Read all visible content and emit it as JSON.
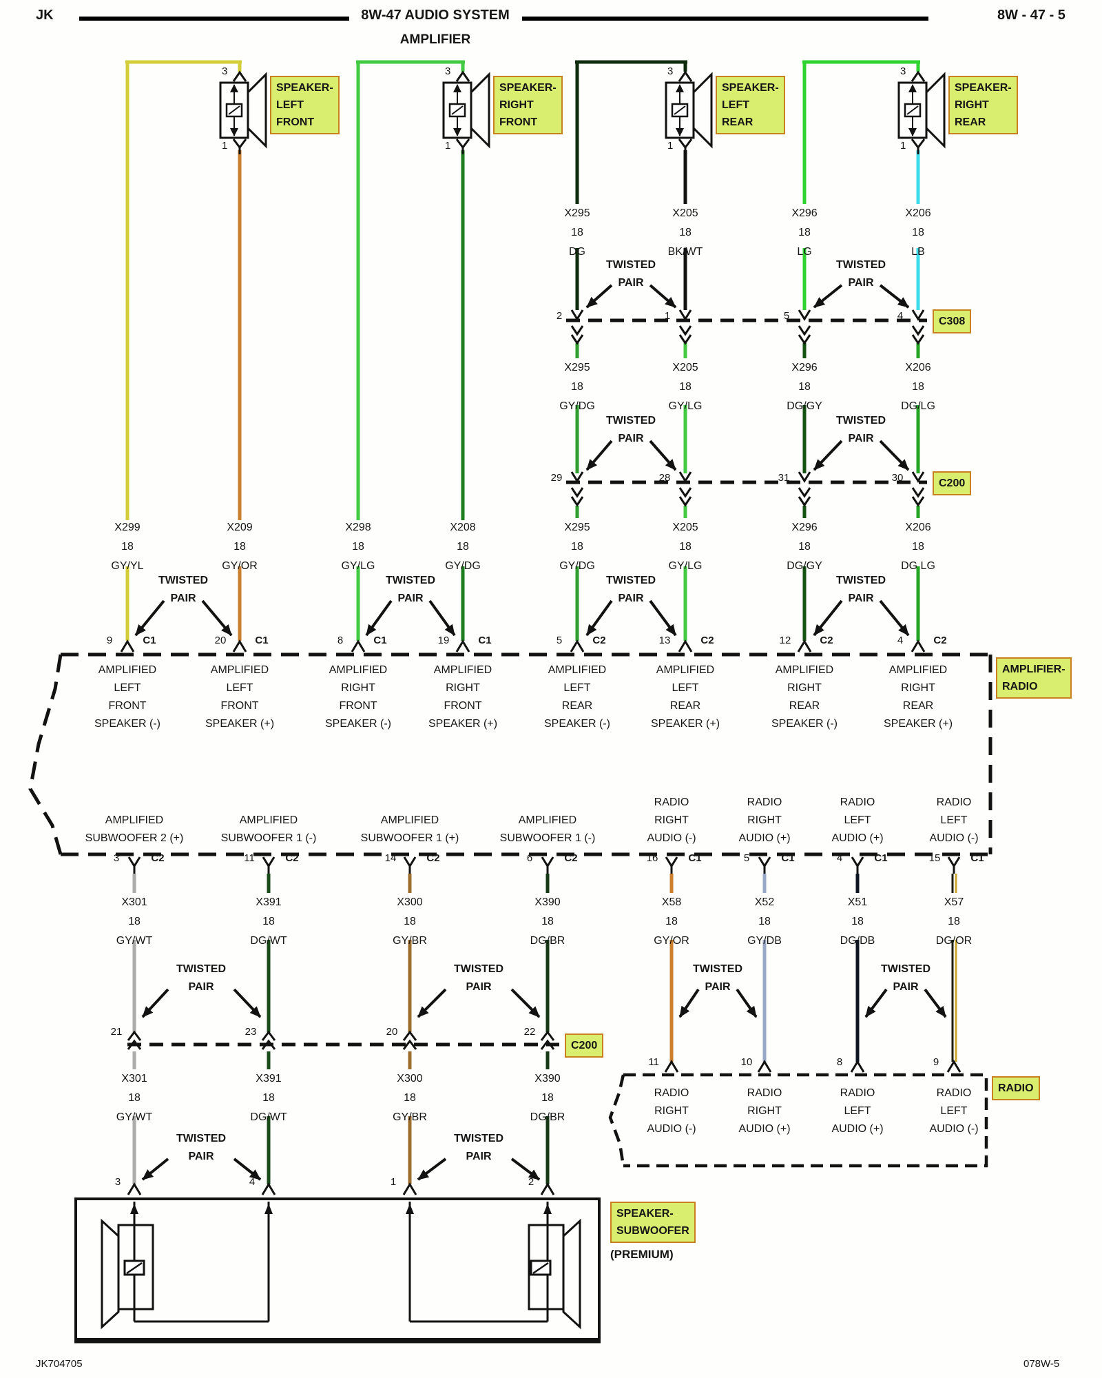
{
  "header": {
    "model": "JK",
    "title": "8W-47 AUDIO SYSTEM",
    "subtitle": "AMPLIFIER",
    "page": "8W - 47 - 5"
  },
  "footer": {
    "left": "JK704705",
    "right": "078W-5"
  },
  "colors": {
    "highlight_bg": "#d9ee6e",
    "highlight_border": "#c8811e",
    "wire": {
      "gy_yl": "#d2cd39",
      "gy_or": "#c97f2d",
      "gy_lg": "#43ca43",
      "gy_dg": "#1e7d1e",
      "dg": "#0e2b0e",
      "gy_dg_mid": "#2f9e2f",
      "bk_wt": "#141414",
      "lg": "#2fd32f",
      "dg_gy": "#135213",
      "lb": "#3cdcea",
      "dg_lg": "#23a523",
      "gy_wt": "#acacac",
      "dg_wt": "#1b4a1b",
      "gy_br": "#9c6f2e",
      "dg_br": "#163a16",
      "gy_db": "#9aa8c8",
      "dg_db": "#0e1624",
      "dg_or_dark": "#1c1c10",
      "dg_or_stripe": "#c9a42e"
    }
  },
  "twisted": {
    "l1": "TWISTED",
    "l2": "PAIR"
  },
  "speaker_pin_top": "3",
  "speaker_pin_bottom": "1",
  "speakers": [
    [
      "SPEAKER-",
      "LEFT",
      "FRONT"
    ],
    [
      "SPEAKER-",
      "RIGHT",
      "FRONT"
    ],
    [
      "SPEAKER-",
      "LEFT",
      "REAR"
    ],
    [
      "SPEAKER-",
      "RIGHT",
      "REAR"
    ]
  ],
  "connectors": {
    "c308": "C308",
    "c200": "C200",
    "c308_pins": [
      "2",
      "1",
      "5",
      "4"
    ],
    "c200_upper_pins": [
      "29",
      "28",
      "31",
      "30"
    ],
    "c200_lower_pins": [
      "21",
      "23",
      "20",
      "22"
    ]
  },
  "tier1": [
    {
      "circuit": "X295",
      "gauge": "18",
      "color": "DG"
    },
    {
      "circuit": "X205",
      "gauge": "18",
      "color": "BK/WT"
    },
    {
      "circuit": "X296",
      "gauge": "18",
      "color": "LG"
    },
    {
      "circuit": "X206",
      "gauge": "18",
      "color": "LB"
    }
  ],
  "tier2": [
    {
      "circuit": "X295",
      "gauge": "18",
      "color": "GY/DG"
    },
    {
      "circuit": "X205",
      "gauge": "18",
      "color": "GY/LG"
    },
    {
      "circuit": "X296",
      "gauge": "18",
      "color": "DG/GY"
    },
    {
      "circuit": "X206",
      "gauge": "18",
      "color": "DG/LG"
    }
  ],
  "tier3": [
    {
      "circuit": "X299",
      "gauge": "18",
      "color": "GY/YL"
    },
    {
      "circuit": "X209",
      "gauge": "18",
      "color": "GY/OR"
    },
    {
      "circuit": "X298",
      "gauge": "18",
      "color": "GY/LG"
    },
    {
      "circuit": "X208",
      "gauge": "18",
      "color": "GY/DG"
    },
    {
      "circuit": "X295",
      "gauge": "18",
      "color": "GY/DG"
    },
    {
      "circuit": "X205",
      "gauge": "18",
      "color": "GY/LG"
    },
    {
      "circuit": "X296",
      "gauge": "18",
      "color": "DG/GY"
    },
    {
      "circuit": "X206",
      "gauge": "18",
      "color": "DG LG"
    }
  ],
  "amplifier": {
    "label": [
      "AMPLIFIER-",
      "RADIO"
    ],
    "pins_top": [
      {
        "n": "9",
        "c": "C1"
      },
      {
        "n": "20",
        "c": "C1"
      },
      {
        "n": "8",
        "c": "C1"
      },
      {
        "n": "19",
        "c": "C1"
      },
      {
        "n": "5",
        "c": "C2"
      },
      {
        "n": "13",
        "c": "C2"
      },
      {
        "n": "12",
        "c": "C2"
      },
      {
        "n": "4",
        "c": "C2"
      }
    ],
    "outputs": [
      [
        "AMPLIFIED",
        "LEFT",
        "FRONT",
        "SPEAKER (-)"
      ],
      [
        "AMPLIFIED",
        "LEFT",
        "FRONT",
        "SPEAKER (+)"
      ],
      [
        "AMPLIFIED",
        "RIGHT",
        "FRONT",
        "SPEAKER (-)"
      ],
      [
        "AMPLIFIED",
        "RIGHT",
        "FRONT",
        "SPEAKER (+)"
      ],
      [
        "AMPLIFIED",
        "LEFT",
        "REAR",
        "SPEAKER (-)"
      ],
      [
        "AMPLIFIED",
        "LEFT",
        "REAR",
        "SPEAKER (+)"
      ],
      [
        "AMPLIFIED",
        "RIGHT",
        "REAR",
        "SPEAKER (-)"
      ],
      [
        "AMPLIFIED",
        "RIGHT",
        "REAR",
        "SPEAKER (+)"
      ]
    ],
    "lower": [
      [
        "AMPLIFIED",
        "SUBWOOFER 2 (+)"
      ],
      [
        "AMPLIFIED",
        "SUBWOOFER 1 (-)"
      ],
      [
        "AMPLIFIED",
        "SUBWOOFER 1 (+)"
      ],
      [
        "AMPLIFIED",
        "SUBWOOFER 1 (-)"
      ],
      [
        "RADIO",
        "RIGHT",
        "AUDIO (-)"
      ],
      [
        "RADIO",
        "RIGHT",
        "AUDIO (+)"
      ],
      [
        "RADIO",
        "LEFT",
        "AUDIO (+)"
      ],
      [
        "RADIO",
        "LEFT",
        "AUDIO (-)"
      ]
    ],
    "pins_bottom": [
      {
        "n": "3",
        "c": "C2"
      },
      {
        "n": "11",
        "c": "C2"
      },
      {
        "n": "14",
        "c": "C2"
      },
      {
        "n": "6",
        "c": "C2"
      },
      {
        "n": "16",
        "c": "C1"
      },
      {
        "n": "5",
        "c": "C1"
      },
      {
        "n": "4",
        "c": "C1"
      },
      {
        "n": "15",
        "c": "C1"
      }
    ]
  },
  "lowerA": [
    {
      "circuit": "X301",
      "gauge": "18",
      "color": "GY/WT"
    },
    {
      "circuit": "X391",
      "gauge": "18",
      "color": "DG/WT"
    },
    {
      "circuit": "X300",
      "gauge": "18",
      "color": "GY/BR"
    },
    {
      "circuit": "X390",
      "gauge": "18",
      "color": "DG/BR"
    },
    {
      "circuit": "X58",
      "gauge": "18",
      "color": "GY/OR"
    },
    {
      "circuit": "X52",
      "gauge": "18",
      "color": "GY/DB"
    },
    {
      "circuit": "X51",
      "gauge": "18",
      "color": "DG/DB"
    },
    {
      "circuit": "X57",
      "gauge": "18",
      "color": "DG/OR"
    }
  ],
  "lowerB": [
    {
      "circuit": "X301",
      "gauge": "18",
      "color": "GY/WT"
    },
    {
      "circuit": "X391",
      "gauge": "18",
      "color": "DG/WT"
    },
    {
      "circuit": "X300",
      "gauge": "18",
      "color": "GY/BR"
    },
    {
      "circuit": "X390",
      "gauge": "18",
      "color": "DG/BR"
    }
  ],
  "radio": {
    "label": "RADIO",
    "pins": [
      "11",
      "10",
      "8",
      "9"
    ],
    "inputs": [
      [
        "RADIO",
        "RIGHT",
        "AUDIO (-)"
      ],
      [
        "RADIO",
        "RIGHT",
        "AUDIO (+)"
      ],
      [
        "RADIO",
        "LEFT",
        "AUDIO (+)"
      ],
      [
        "RADIO",
        "LEFT",
        "AUDIO (-)"
      ]
    ]
  },
  "subwoofer": {
    "label": [
      "SPEAKER-",
      "SUBWOOFER"
    ],
    "note": "(PREMIUM)",
    "pins": [
      "3",
      "4",
      "1",
      "2"
    ]
  }
}
